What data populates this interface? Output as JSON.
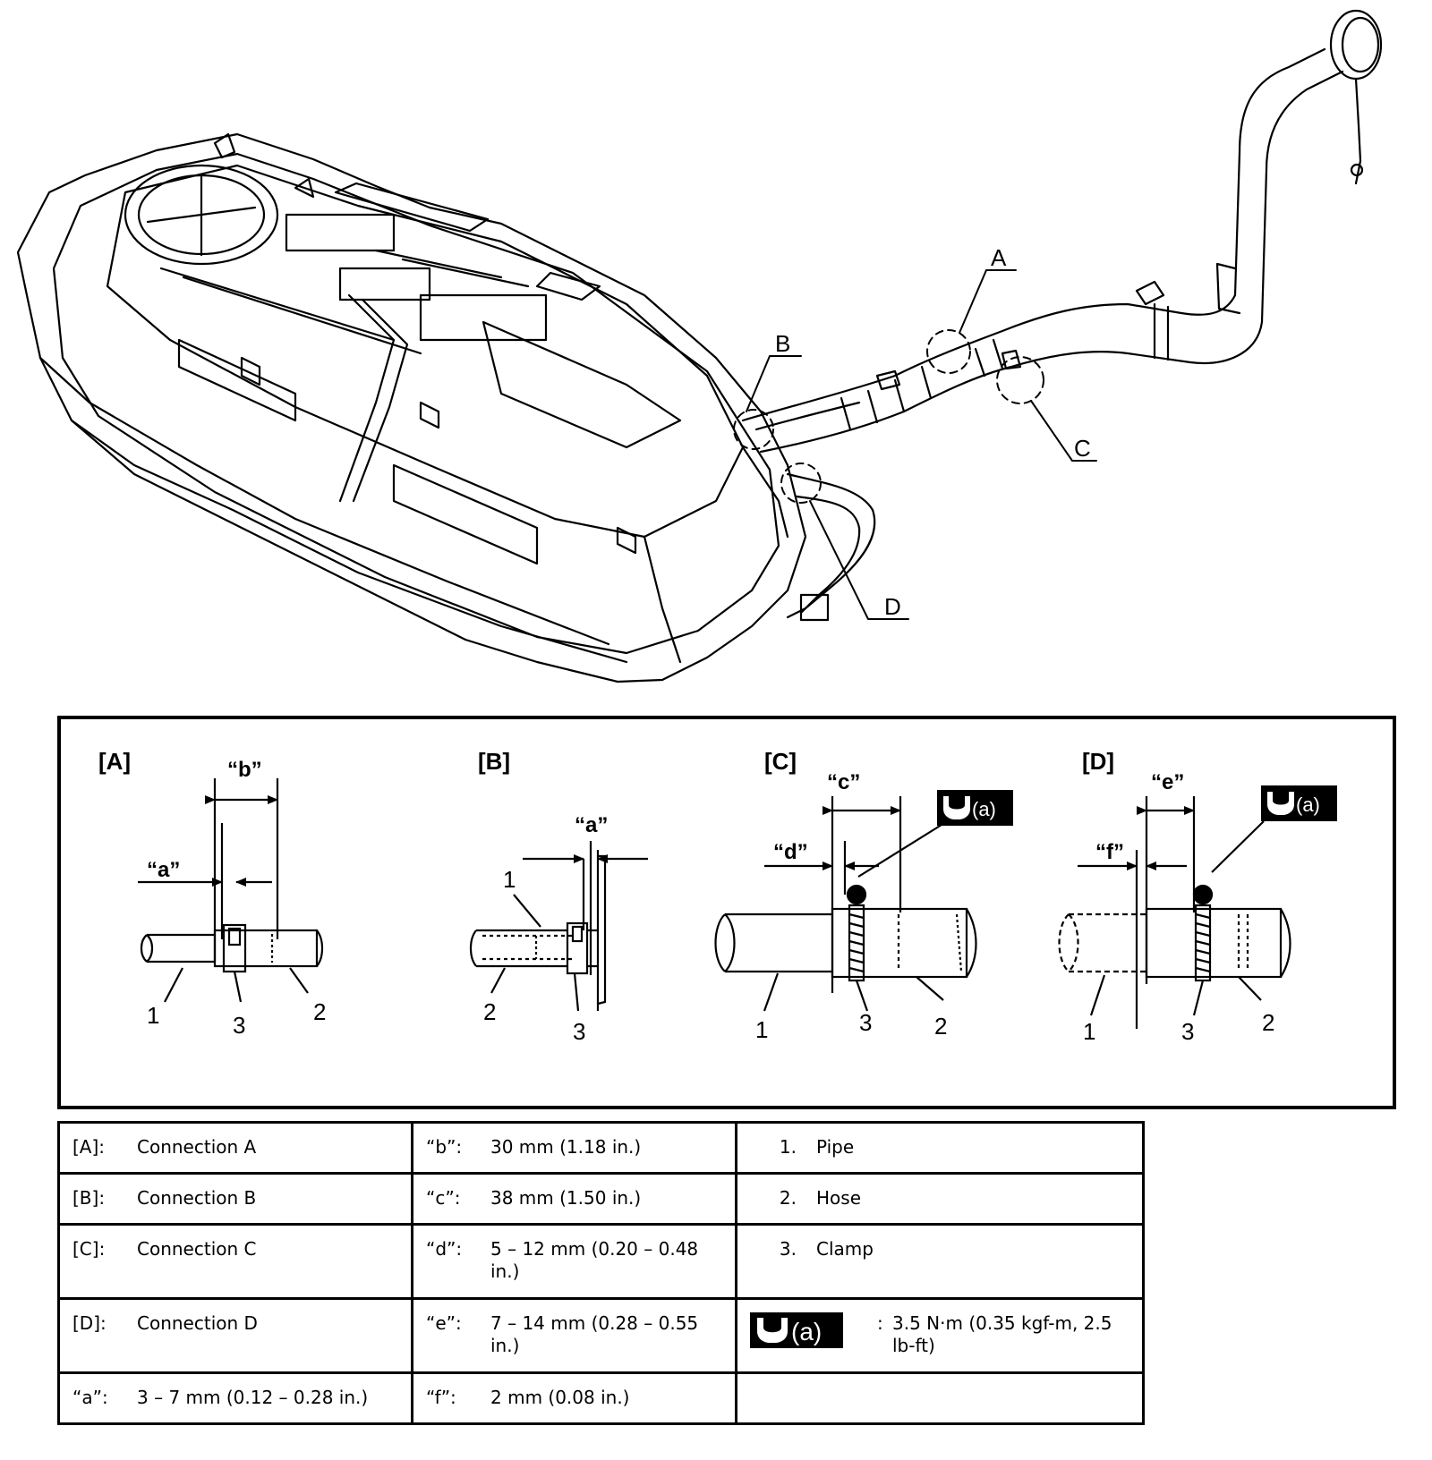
{
  "overview": {
    "callout_a": "A",
    "callout_b": "B",
    "callout_c": "C",
    "callout_d": "D"
  },
  "details": {
    "A": {
      "title": "[A]",
      "dim_b": "“b”",
      "dim_a": "“a”",
      "n1": "1",
      "n2": "2",
      "n3": "3"
    },
    "B": {
      "title": "[B]",
      "dim_a": "“a”",
      "n1": "1",
      "n2": "2",
      "n3": "3"
    },
    "C": {
      "title": "[C]",
      "dim_c": "“c”",
      "dim_d": "“d”",
      "torque": "(a)",
      "n1": "1",
      "n2": "2",
      "n3": "3"
    },
    "D": {
      "title": "[D]",
      "dim_e": "“e”",
      "dim_f": "“f”",
      "torque": "(a)",
      "n1": "1",
      "n2": "2",
      "n3": "3"
    }
  },
  "legend": {
    "rows": [
      {
        "k1": "[A]:",
        "v1": "Connection A",
        "k2": "“b”:",
        "v2": "30 mm (1.18 in.)",
        "k3": "1.",
        "v3": "Pipe"
      },
      {
        "k1": "[B]:",
        "v1": "Connection B",
        "k2": "“c”:",
        "v2": "38 mm (1.50 in.)",
        "k3": "2.",
        "v3": "Hose"
      },
      {
        "k1": "[C]:",
        "v1": "Connection C",
        "k2": "“d”:",
        "v2": "5 – 12 mm (0.20 – 0.48 in.)",
        "k3": "3.",
        "v3": "Clamp"
      },
      {
        "k1": "[D]:",
        "v1": "Connection D",
        "k2": "“e”:",
        "v2": "7 – 14 mm (0.28 – 0.55 in.)",
        "k3": "(a)",
        "v3": "3.5 N·m (0.35 kgf-m, 2.5 lb-ft)"
      },
      {
        "k1": "“a”:",
        "v1": "3 – 7 mm (0.12 – 0.28 in.)",
        "k2": "“f”:",
        "v2": "2 mm (0.08 in.)",
        "k3": "",
        "v3": ""
      }
    ]
  }
}
